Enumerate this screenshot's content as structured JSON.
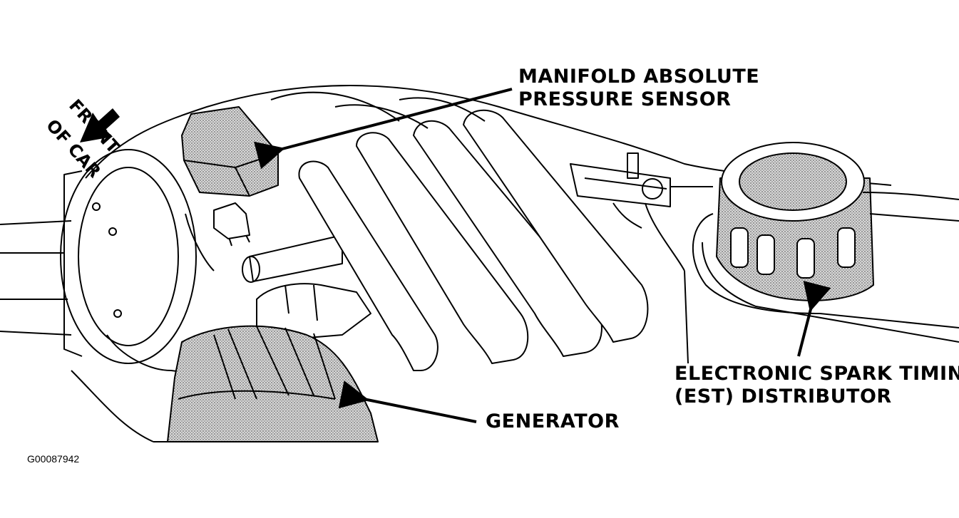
{
  "labels": {
    "front_of_car": [
      "FRONT",
      "OF CAR"
    ],
    "map_sensor": [
      "MANIFOLD ABSOLUTE",
      "PRESSURE SENSOR"
    ],
    "est_distributor": [
      "ELECTRONIC SPARK TIMING",
      "(EST) DISTRIBUTOR"
    ],
    "generator": "GENERATOR"
  },
  "figure_id": "G00087942",
  "colors": {
    "line": "#000000",
    "shade": "#bdbdbd",
    "background": "#ffffff"
  }
}
